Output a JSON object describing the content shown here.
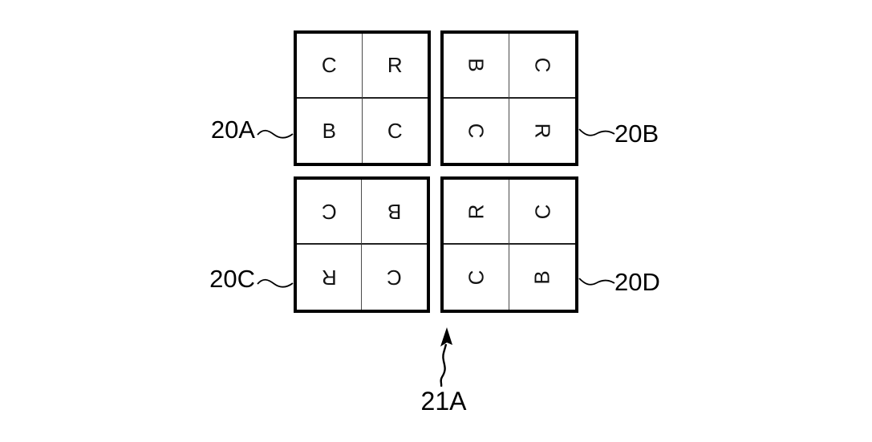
{
  "figure": {
    "background": "#ffffff",
    "ink": "#000000",
    "letter_color": "#131313",
    "description": "Four 2x2 pixel unit-cell grids shown at four rotations with reference labels"
  },
  "grids": [
    {
      "id": "20A",
      "label": "20A",
      "label_side": "left",
      "rotation_deg": 0,
      "cells": [
        "C",
        "R",
        "B",
        "C"
      ]
    },
    {
      "id": "20B",
      "label": "20B",
      "label_side": "right",
      "rotation_deg": 90,
      "cells": [
        "B",
        "C",
        "C",
        "R"
      ]
    },
    {
      "id": "20C",
      "label": "20C",
      "label_side": "left",
      "rotation_deg": 180,
      "cells": [
        "C",
        "B",
        "R",
        "C"
      ]
    },
    {
      "id": "20D",
      "label": "20D",
      "label_side": "right",
      "rotation_deg": 270,
      "cells": [
        "R",
        "C",
        "C",
        "B"
      ]
    }
  ],
  "annotation": {
    "label": "21A",
    "arrow_direction": "up"
  }
}
